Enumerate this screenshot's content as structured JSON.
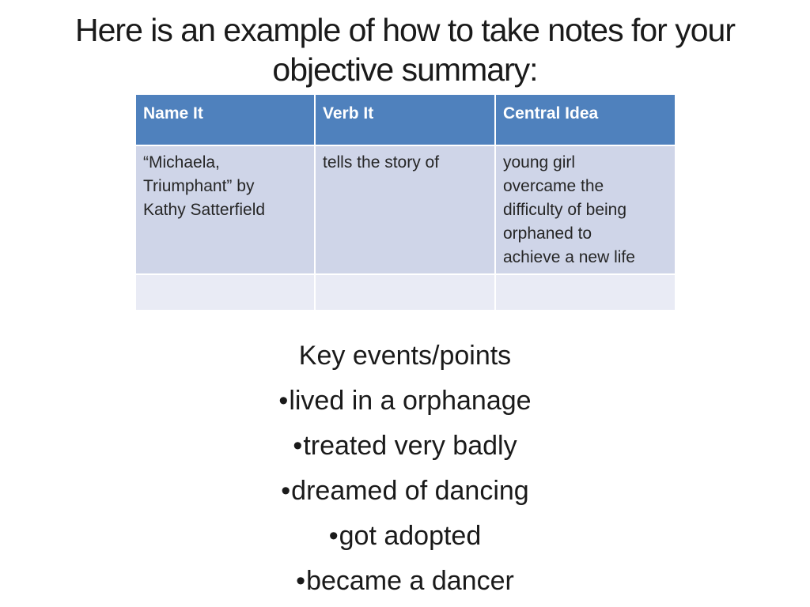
{
  "slide": {
    "title_lines": [
      "Here is an example of how to take notes for your",
      "objective summary:"
    ]
  },
  "table": {
    "headers": [
      "Name It",
      "Verb It",
      "Central Idea"
    ],
    "rows": [
      [
        "“Michaela,\nTriumphant” by\nKathy Satterfield",
        "tells the story of",
        "young girl\novercame the\ndifficulty of being\norphaned to\nachieve a new life"
      ],
      [
        "",
        "",
        ""
      ]
    ]
  },
  "notes": {
    "heading": "Key events/points",
    "bullet": "•",
    "items": [
      "lived in a orphanage",
      "treated very badly",
      "dreamed of dancing",
      "got adopted",
      "became a dancer"
    ]
  },
  "colors": {
    "header_bg": "#4f81bd",
    "header_text": "#ffffff",
    "row_odd_bg": "#cfd5e8",
    "row_even_bg": "#e9ebf5",
    "body_text": "#262626",
    "title_text": "#1a1a1a"
  }
}
